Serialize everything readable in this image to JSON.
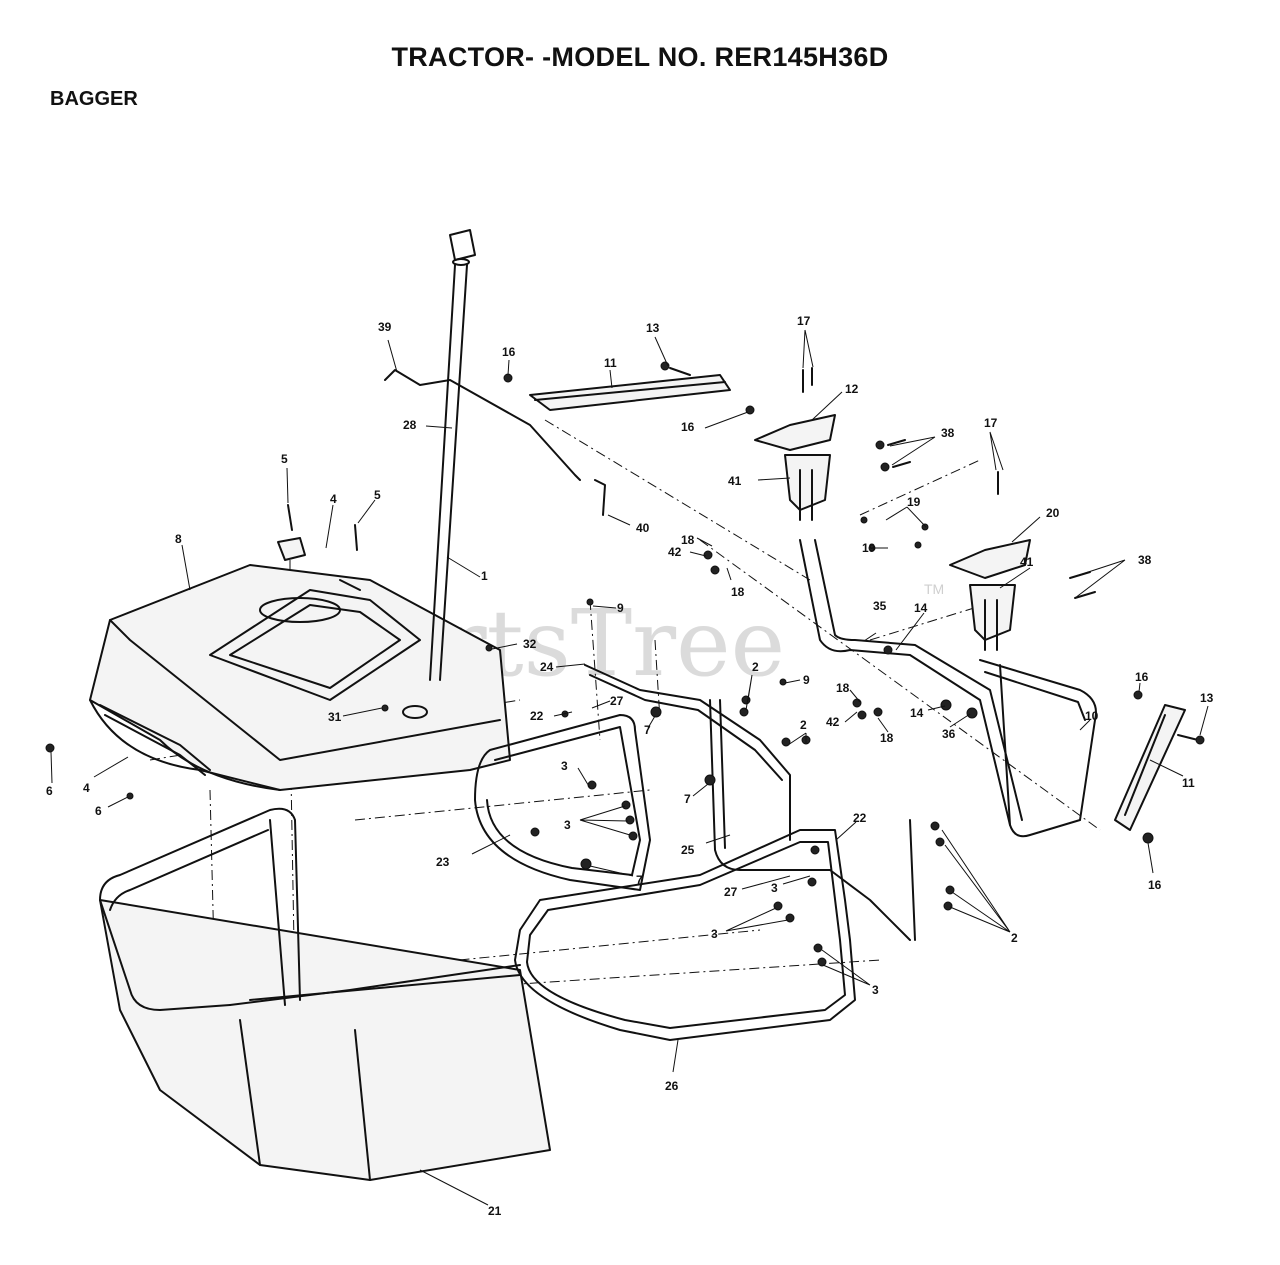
{
  "header": {
    "title": "TRACTOR- -MODEL NO. RER145H36D",
    "section": "BAGGER"
  },
  "watermark": {
    "text": "PartsTree",
    "tm": "TM"
  },
  "callouts": [
    "39",
    "13",
    "16",
    "11",
    "17",
    "12",
    "16",
    "38",
    "28",
    "41",
    "17",
    "5",
    "4",
    "5",
    "19",
    "19",
    "20",
    "40",
    "8",
    "1",
    "18",
    "42",
    "18",
    "41",
    "38",
    "9",
    "35",
    "14",
    "32",
    "24",
    "2",
    "9",
    "18",
    "10",
    "31",
    "22",
    "27",
    "16",
    "13",
    "42",
    "18",
    "14",
    "36",
    "7",
    "7",
    "2",
    "6",
    "3",
    "4",
    "6",
    "11",
    "3",
    "22",
    "7",
    "23",
    "25",
    "27",
    "3",
    "16",
    "3",
    "2",
    "3",
    "26",
    "21"
  ]
}
